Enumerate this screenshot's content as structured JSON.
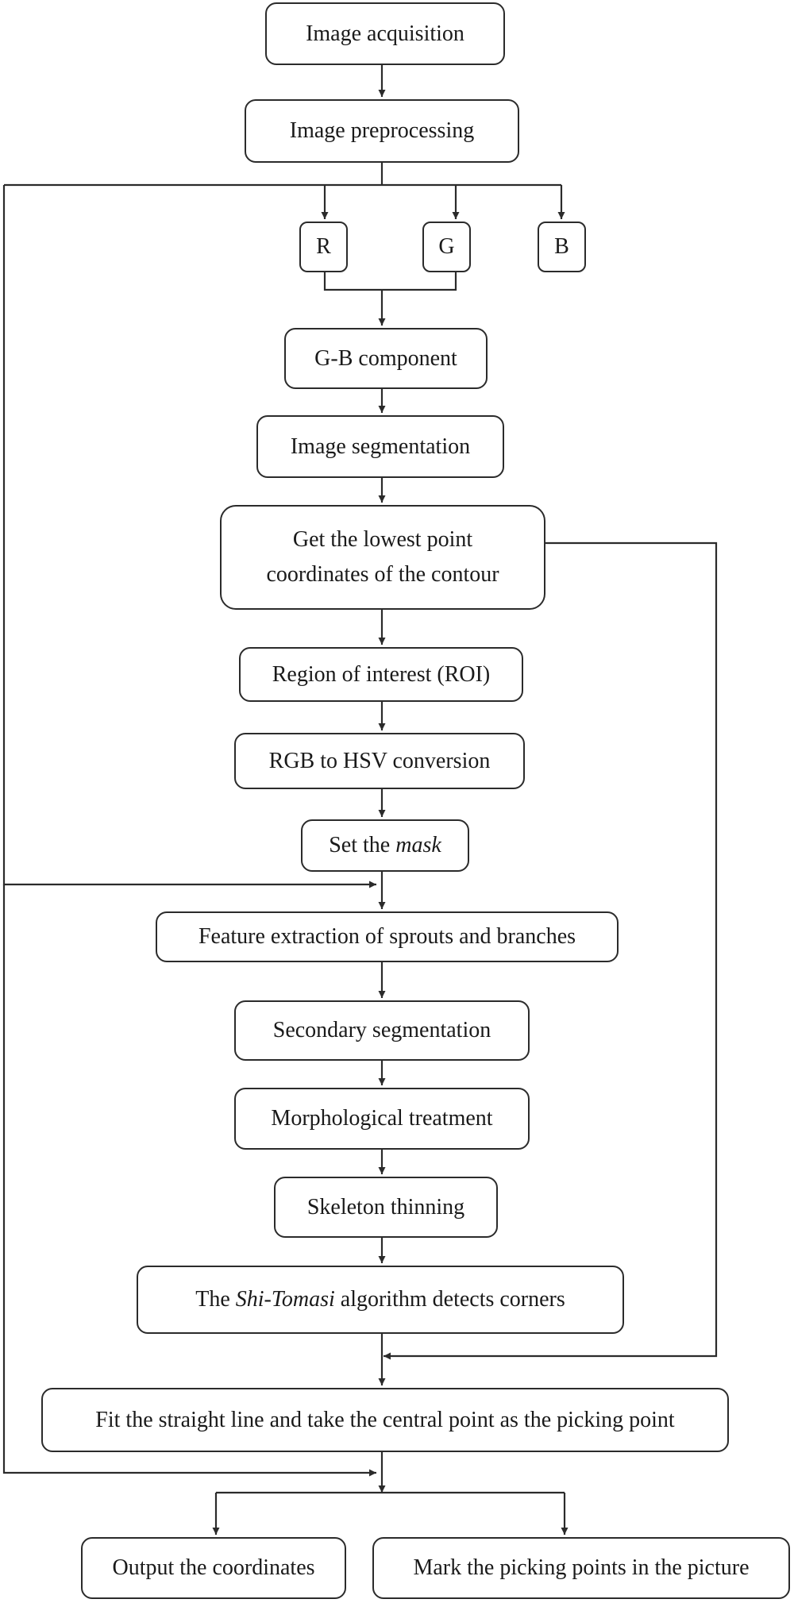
{
  "nodes": {
    "image_acquisition": "Image acquisition",
    "image_preprocessing": "Image preprocessing",
    "r": "R",
    "g": "G",
    "b": "B",
    "gb_component": "G-B component",
    "image_segmentation": "Image segmentation",
    "lowest_point": [
      "Get the lowest point",
      "coordinates of the contour"
    ],
    "roi": "Region of interest (ROI)",
    "rgb_hsv": "RGB to HSV conversion",
    "set_mask": {
      "prefix": "Set the ",
      "italic": "mask"
    },
    "feature_extraction": "Feature extraction of sprouts and branches",
    "secondary_segmentation": "Secondary segmentation",
    "morphological": "Morphological treatment",
    "skeleton": "Skeleton thinning",
    "shi_tomasi": {
      "prefix": "The ",
      "italic": "Shi-Tomasi",
      "suffix": " algorithm detects corners"
    },
    "fit_line": "Fit the straight line and take the central point as the picking point",
    "output_coords": "Output the coordinates",
    "mark_points": "Mark the picking points in the picture"
  },
  "style": {
    "line_color": "#2b2b2b",
    "box_border": "#2b2b2b",
    "background": "#ffffff"
  }
}
